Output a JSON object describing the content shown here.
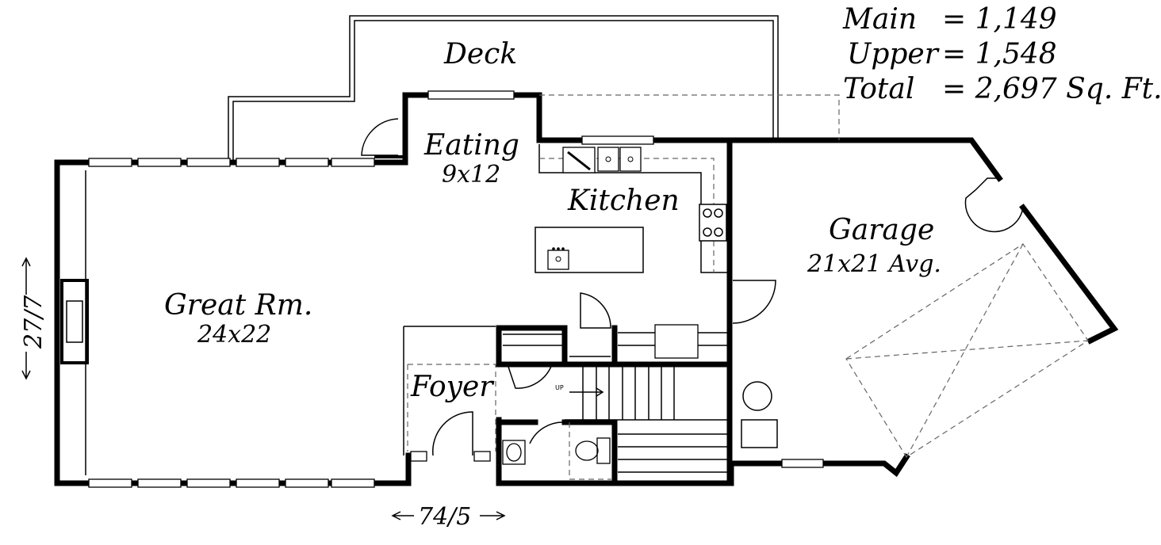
{
  "areas": {
    "main_label": "Main",
    "main_value": "= 1,149",
    "upper_label": "Upper",
    "upper_value": "= 1,548",
    "total_label": "Total",
    "total_value": "= 2,697 Sq. Ft."
  },
  "rooms": {
    "deck": "Deck",
    "eating_name": "Eating",
    "eating_size": "9x12",
    "kitchen": "Kitchen",
    "great_room_name": "Great Rm.",
    "great_room_size": "24x22",
    "foyer": "Foyer",
    "garage_name": "Garage",
    "garage_size": "21x21 Avg."
  },
  "dimensions": {
    "depth": "27/7",
    "width": "74/5"
  },
  "stairs_label": "UP"
}
